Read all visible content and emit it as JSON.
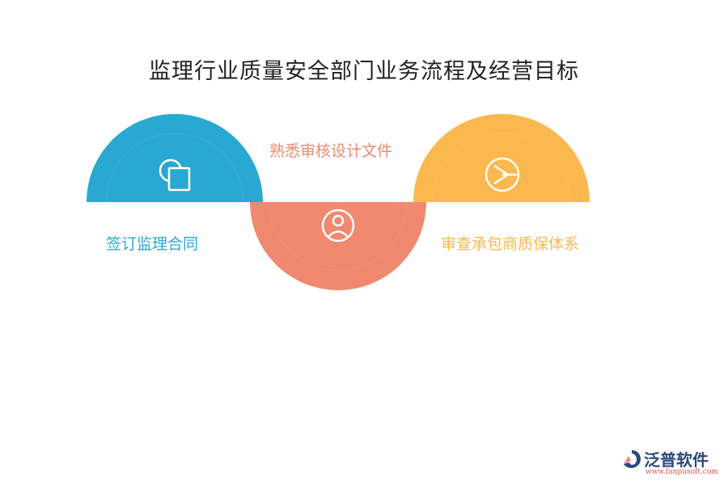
{
  "title": "监理行业质量安全部门业务流程及经营目标",
  "steps": [
    {
      "label": "签订监理合同",
      "color": "#29a8d2",
      "icon": "shapes-icon"
    },
    {
      "label": "熟悉审核设计文件",
      "color": "#f0896f",
      "icon": "user-icon"
    },
    {
      "label": "审查承包商质保体系",
      "color": "#fbb84f",
      "icon": "pie-chart-icon"
    }
  ],
  "logo": {
    "name": "泛普软件",
    "url": "www.fanpusoft.com"
  }
}
